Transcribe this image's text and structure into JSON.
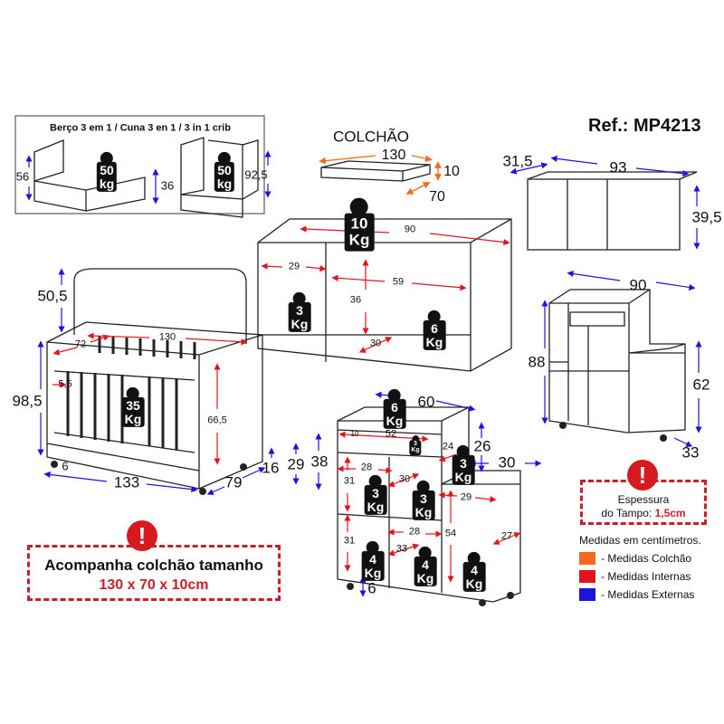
{
  "ref": "Ref.: MP4213",
  "crib3in1": {
    "title": "Berço 3 em 1 / Cuna 3 en 1 / 3 in 1 crib",
    "dims": [
      "56",
      "36",
      "92,5"
    ],
    "weights": [
      "50",
      "50"
    ],
    "weight_unit": "kg"
  },
  "mattress": {
    "title": "COLCHÃO",
    "dims": [
      "130",
      "10",
      "70"
    ]
  },
  "wall_cabinet": {
    "dims": [
      "31,5",
      "93",
      "39,5"
    ]
  },
  "bench": {
    "dims": [
      "90",
      "29",
      "59",
      "36",
      "30"
    ],
    "weights": [
      "10",
      "3",
      "6"
    ],
    "weight_unit": "Kg"
  },
  "crib": {
    "dims": [
      "50,5",
      "130",
      "72",
      "5,5",
      "98,5",
      "66,5",
      "6",
      "133",
      "79",
      "16",
      "29",
      "38"
    ],
    "weights": [
      "35"
    ],
    "weight_unit": "Kg"
  },
  "dresser": {
    "dims": [
      "90",
      "88",
      "62",
      "33"
    ]
  },
  "cart": {
    "dims": [
      "60",
      "26",
      "30",
      "10",
      "52",
      "24",
      "28",
      "30",
      "29",
      "31",
      "28",
      "31",
      "54",
      "27",
      "33",
      "6"
    ],
    "weights": [
      "6",
      "3",
      "3",
      "3",
      "3",
      "4",
      "4",
      "4"
    ],
    "weight_unit": "Kg"
  },
  "mattress_note": {
    "line1": "Acompanha colchão tamanho",
    "line2": "130 x 70 x 10cm"
  },
  "thickness_note": {
    "line1": "Espessura",
    "line2": "do Tampo:",
    "value": "1,5cm"
  },
  "legend": {
    "title": "Medidas em centímetros.",
    "items": [
      {
        "label": "- Medidas Colchão",
        "color": "#f26a1b"
      },
      {
        "label": "- Medidas Internas",
        "color": "#e3141b"
      },
      {
        "label": "- Medidas Externas",
        "color": "#1b14e0"
      }
    ]
  },
  "alert_icon": "!"
}
